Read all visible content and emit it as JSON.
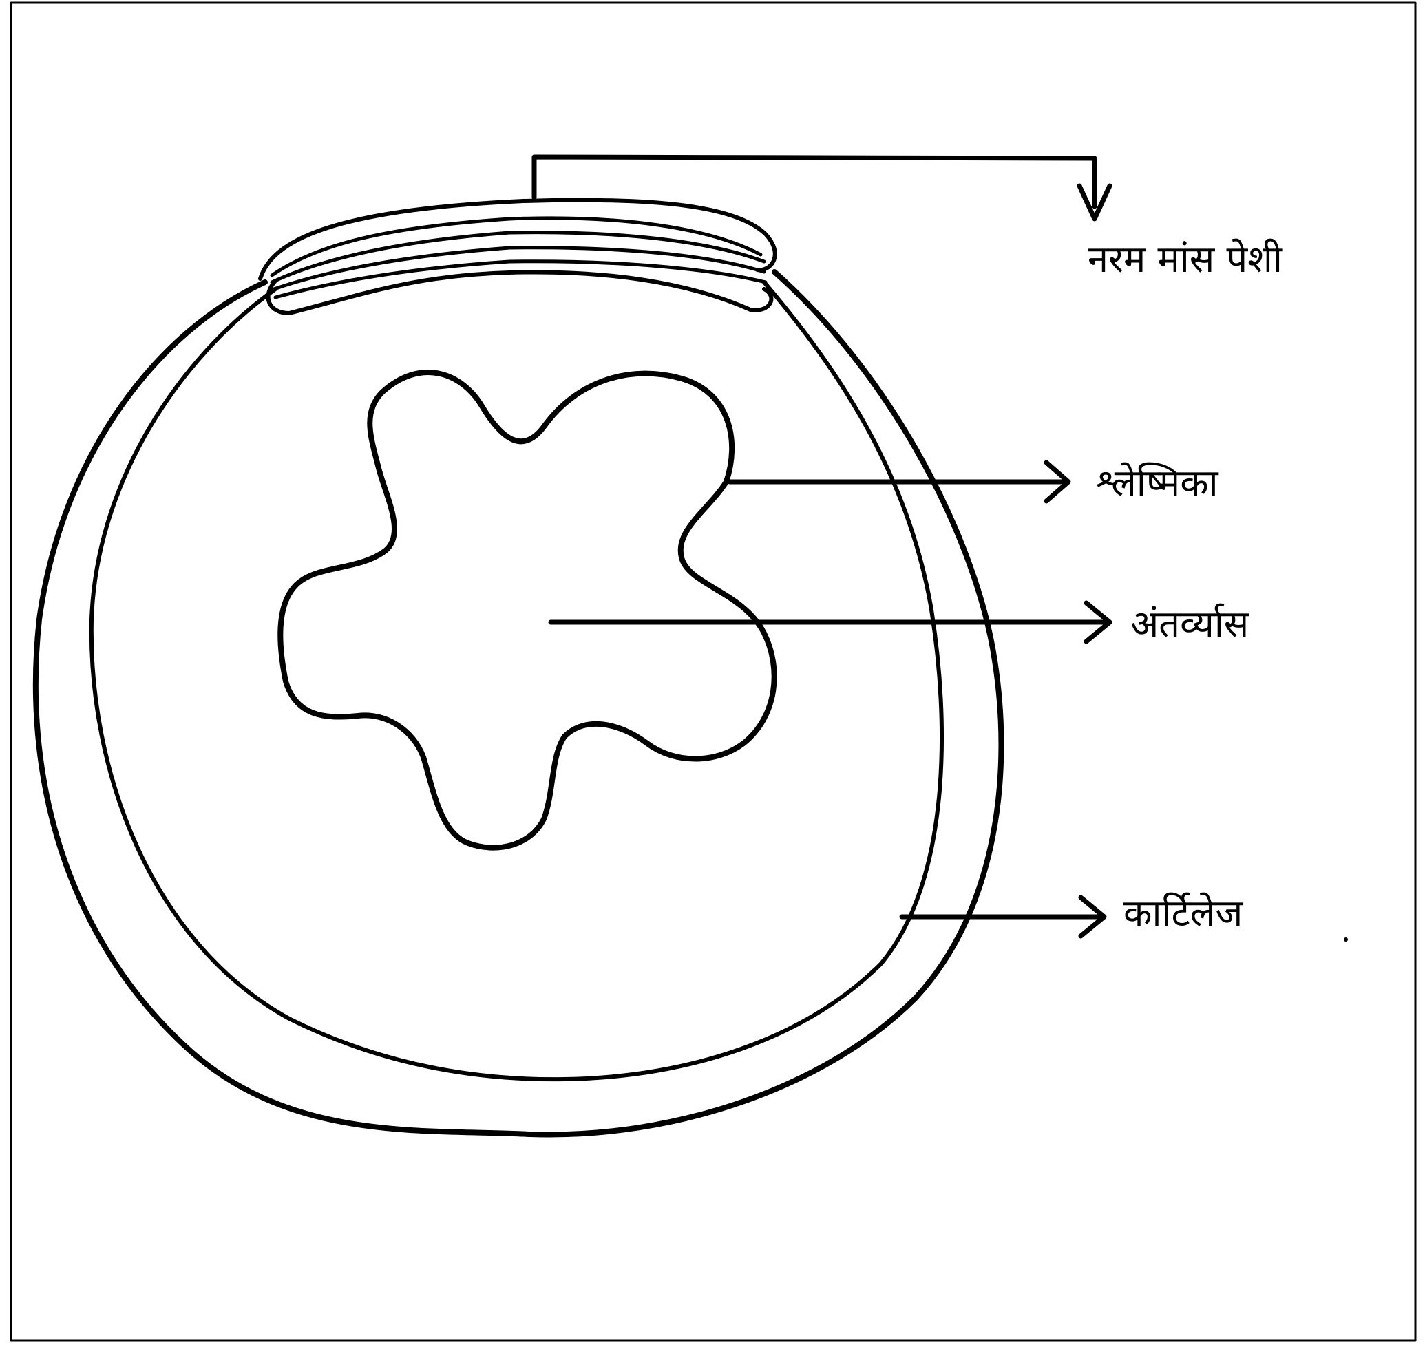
{
  "diagram": {
    "labels": {
      "smooth_muscle": "नरम मांस पेशी",
      "mucosa": "श्लेष्मिका",
      "lumen": "अंतर्व्यास",
      "cartilage": "कार्टिलेज"
    },
    "colors": {
      "ink": "#000000",
      "paper": "#ffffff"
    }
  }
}
